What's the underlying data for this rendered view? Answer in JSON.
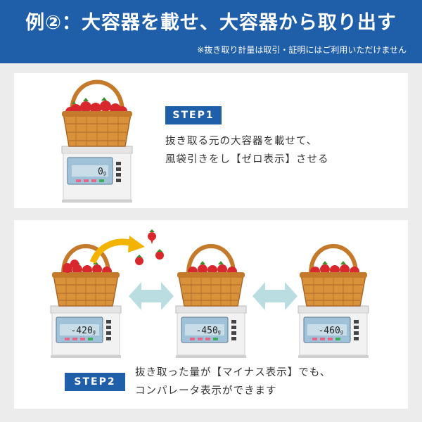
{
  "header": {
    "title": "例②：大容器を載せ、大容器から取り出す",
    "note": "※抜き取り計量は取引・証明にはご利用いただけません"
  },
  "step1": {
    "label": "STEP1",
    "line1": "抜き取る元の大容器を載せて、",
    "line2": "風袋引きをし【ゼロ表示】させる",
    "display": "0"
  },
  "step2": {
    "label": "STEP2",
    "line1": "抜き取った量が【マイナス表示】でも、",
    "line2": "コンパレータ表示ができます",
    "displays": [
      "-420",
      "-450",
      "-460"
    ]
  },
  "colors": {
    "brand": "#1f5ea8",
    "basket": "#d9913a",
    "strawberry": "#d8282d",
    "arrow_curve": "#f2b400",
    "arrow_double": "#b9dde0",
    "lcd": "#9fc2d8"
  }
}
